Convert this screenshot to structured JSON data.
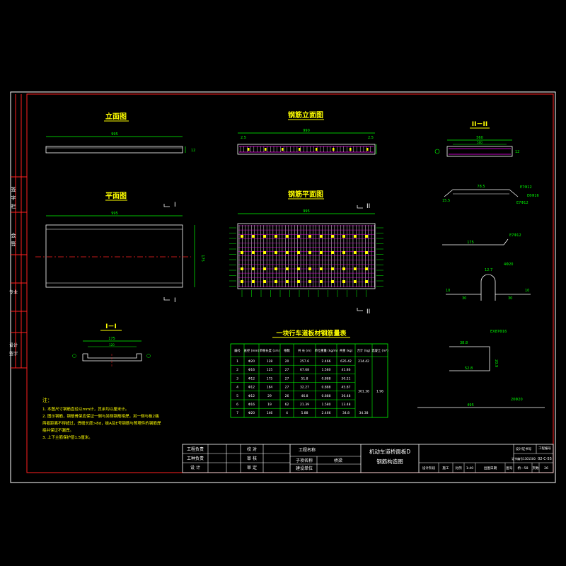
{
  "views": {
    "elevation": "立面图",
    "rebar_elevation": "钢筋立面图",
    "section_2": "II－II",
    "plan": "平面图",
    "rebar_plan": "钢筋平面图",
    "section_1": "I－I"
  },
  "section_marks": {
    "one": "I",
    "two": "II"
  },
  "dims": {
    "elev_len": "995",
    "elev_h": "12",
    "rebar_len": "990",
    "rebar_end_l": "2.5",
    "rebar_end_r": "2.5",
    "plan_len": "995",
    "plan_w": "175",
    "rebar_plan_len": "995",
    "sec1_w": "175",
    "sec1_inner": "120",
    "sec2_w": "560",
    "sec2_inner": "500",
    "sec2_h": "12"
  },
  "details": {
    "b1_top": "78.5",
    "b1_label_a": "E7Φ12",
    "b1_label_b": "E6Φ16",
    "b1_label_c": "E7Φ12",
    "b1_left": "15.5",
    "b2_label": "E7Φ12",
    "b2_len": "175",
    "b3_label": "4Φ20",
    "b3_top": "12.7",
    "b3_left": "10",
    "b3_mid_l": "30",
    "b3_mid_r": "30",
    "b3_right": "10",
    "b4_label": "EX87Φ16",
    "b4_top": "38.8",
    "b4_h": "20.9",
    "b4_bottom": "52.8",
    "b5_label": "20Φ20",
    "b5_len": "495"
  },
  "table": {
    "title": "一块行车道板材钢筋量表",
    "headers": [
      "编号",
      "直径 (mm)",
      "单根长度 (cm)",
      "根数",
      "共 长 (m)",
      "单位重量 (kg/m)",
      "共重 (kg)",
      "合计 (kg)",
      "混凝土 (m³)"
    ],
    "rows": [
      [
        "1",
        "Φ20",
        "128",
        "20",
        "257.6",
        "2.466",
        "635.42",
        "214.42",
        ""
      ],
      [
        "2",
        "Φ16",
        "125",
        "27",
        "67.68",
        "1.580",
        "41.86",
        "",
        ""
      ],
      [
        "3",
        "Φ12",
        "175",
        "27",
        "51.8",
        "0.888",
        "50.21",
        "",
        ""
      ],
      [
        "4",
        "Φ12",
        "184",
        "27",
        "32.27",
        "0.888",
        "45.87",
        "",
        ""
      ],
      [
        "5",
        "Φ12",
        "29",
        "26",
        "46.8",
        "0.888",
        "36.48",
        "",
        ""
      ],
      [
        "6",
        "Φ16",
        "19",
        "62",
        "21.39",
        "1.580",
        "13.48",
        "",
        ""
      ],
      [
        "7",
        "Φ20",
        "146",
        "4",
        "5.88",
        "2.466",
        "34.8",
        "34.38",
        ""
      ]
    ],
    "merged_total": "301.38",
    "merged_concrete": "1.96"
  },
  "notes": {
    "title": "注：",
    "lines": [
      "1. 本图尺寸钢筋直径以mm计，其余均以厘米计。",
      "2. 图示钢筋，钢筋骨架应保证一侧与另侧钢筋相焊，另一侧与板2端",
      "   两者距离不得超过，焊缝长度>8d，板A及E号钢筋与预埋件的钢筋焊",
      "   接并保证不漏焊。",
      "3. 上下主筋保护层1.5厘米。"
    ]
  },
  "titleblock": {
    "r1c1": "工程负责",
    "r1c3": "校 对",
    "r2c1": "工种负责",
    "r2c3": "审 核",
    "r3c1": "设 计",
    "r3c3": "审 定",
    "proj_label": "工程名称",
    "sub_label": "子项名称",
    "sub_value": "桥梁",
    "build_label": "建设单位",
    "drawing_title_1": "机动车道桥面板D",
    "drawing_title_2": "钢筋构造图",
    "cert_label": "设计证书号",
    "reg_no": "证书编号1301500",
    "dwg_no_label": "工程编号",
    "dwg_no": "02-C-55",
    "stage": "设计阶段",
    "stage_val": "施工",
    "scale": "比例",
    "scale_val": "1:40",
    "date": "出图日期",
    "sheet_label": "图号",
    "sheet_val": "桥－58",
    "page_label": "页数",
    "page_val": "26"
  },
  "sidebar": [
    "签",
    "字",
    "栏",
    "会",
    "签",
    "专业",
    "设计",
    "签字"
  ],
  "colors": {
    "bg": "#000000",
    "frame": "#ffffff",
    "border_red": "#ff2020",
    "line": "#ffffff",
    "dim": "#00ff00",
    "title": "#ffff00",
    "accent": "#ff00ff",
    "cyan": "#00ffff"
  }
}
